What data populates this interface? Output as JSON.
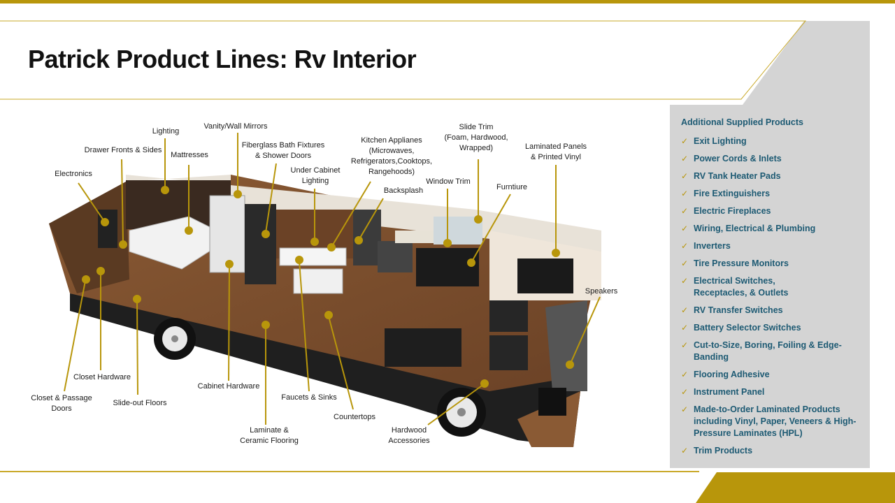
{
  "slide": {
    "title": "Patrick Product Lines: Rv Interior"
  },
  "colors": {
    "accent": "#b8960b",
    "panel_text": "#1d5a73",
    "panel_bg": "#d4d4d4"
  },
  "diagram": {
    "callouts": [
      {
        "id": "electronics",
        "text": "Electronics"
      },
      {
        "id": "drawer-fronts",
        "text": "Drawer Fronts & Sides"
      },
      {
        "id": "lighting",
        "text": "Lighting"
      },
      {
        "id": "mattresses",
        "text": "Mattresses"
      },
      {
        "id": "vanity-mirrors",
        "text": "Vanity/Wall Mirrors"
      },
      {
        "id": "fiberglass-bath",
        "text": "Fiberglass Bath Fixtures\n& Shower Doors"
      },
      {
        "id": "under-cabinet",
        "text": "Under Cabinet\nLighting"
      },
      {
        "id": "kitchen-appliances",
        "text": "Kitchen Applianes\n(Microwaves,\nRefrigerators,Cooktops,\nRangehoods)"
      },
      {
        "id": "backsplash",
        "text": "Backsplash"
      },
      {
        "id": "slide-trim",
        "text": "Slide Trim\n(Foam, Hardwood,\nWrapped)"
      },
      {
        "id": "window-trim",
        "text": "Window Trim"
      },
      {
        "id": "furniture",
        "text": "Furntiure"
      },
      {
        "id": "laminated-panels",
        "text": "Laminated Panels\n& Printed Vinyl"
      },
      {
        "id": "speakers",
        "text": "Speakers"
      },
      {
        "id": "closet-hardware",
        "text": "Closet Hardware"
      },
      {
        "id": "closet-doors",
        "text": "Closet & Passage\nDoors"
      },
      {
        "id": "slideout-floors",
        "text": "Slide-out Floors"
      },
      {
        "id": "cabinet-hardware",
        "text": "Cabinet Hardware"
      },
      {
        "id": "faucets-sinks",
        "text": "Faucets & Sinks"
      },
      {
        "id": "countertops",
        "text": "Countertops"
      },
      {
        "id": "laminate-flooring",
        "text": "Laminate &\nCeramic Flooring"
      },
      {
        "id": "hardwood-accessories",
        "text": "Hardwood\nAccessories"
      }
    ]
  },
  "side_panel": {
    "title": "Additional Supplied Products",
    "items": [
      "Exit Lighting",
      "Power Cords & Inlets",
      "RV Tank Heater Pads",
      "Fire Extinguishers",
      "Electric Fireplaces",
      "Wiring, Electrical & Plumbing",
      "Inverters",
      "Tire Pressure Monitors",
      "Electrical Switches,\nReceptacles, & Outlets",
      "RV Transfer Switches",
      "Battery Selector Switches",
      "Cut-to-Size, Boring, Foiling & Edge-\nBanding",
      "Flooring Adhesive",
      "Instrument Panel",
      "Made-to-Order Laminated  Products\nincluding Vinyl, Paper, Veneers & High-\nPressure  Laminates (HPL)",
      "Trim Products"
    ],
    "check_icon": "✓"
  }
}
